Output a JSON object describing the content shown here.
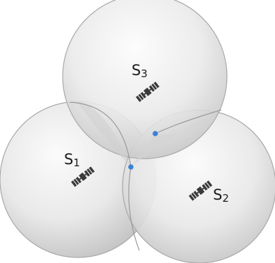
{
  "colors": {
    "sphere_highlight": "#fbfbfb",
    "sphere_mid": "#e6e6e6",
    "sphere_edge": "#b9b9b9",
    "sphere_outline": "#a8a8a8",
    "intersection_point": "#3b82d6",
    "satellite_icon": "#3a3a3a",
    "label": "#1a1a1a"
  },
  "satellites": [
    {
      "id": "S1",
      "letter": "S",
      "subscript": "1",
      "icon": "satellite-icon"
    },
    {
      "id": "S2",
      "letter": "S",
      "subscript": "2",
      "icon": "satellite-icon"
    },
    {
      "id": "S3",
      "letter": "S",
      "subscript": "3",
      "icon": "satellite-icon"
    }
  ],
  "intersection_points": 2
}
